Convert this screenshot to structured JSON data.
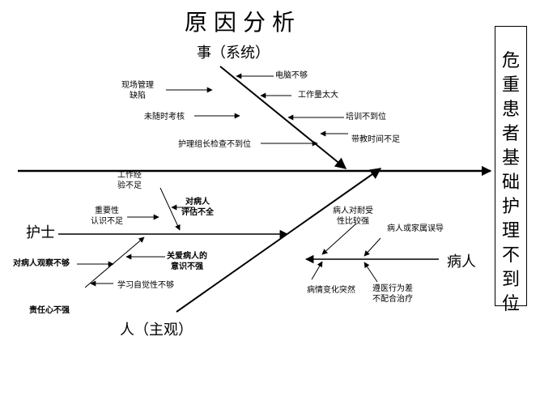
{
  "title": "原因分析",
  "effect": "危重患者基础护理不到位",
  "categories": {
    "system": "事（系统）",
    "nurse": "护士",
    "person": "人（主观）",
    "patient": "病人"
  },
  "causes": {
    "system": {
      "computer": "电脑不够",
      "workload": "工作量太大",
      "training": "培训不到位",
      "teaching_time": "带教时间不足",
      "site_management": "现场管理\n缺陷",
      "random_check": "未随时考核",
      "head_nurse_check": "护理组长检查不到位"
    },
    "nurse": {
      "work_experience": "工作经\n验不足",
      "awareness": "重要性\n认识不足",
      "patient_assessment": "对病人\n评估不全",
      "care_awareness": "关爱病人的\n意识不强",
      "observation": "对病人观察不够",
      "study": "学习自觉性不够",
      "responsibility": "责任心不强"
    },
    "patient": {
      "tolerance": "病人对耐受\n性比较强",
      "family_misleading": "病人或家属误导",
      "condition_change": "病情变化突然",
      "noncompliance": "遵医行为差\n不配合治疗"
    }
  }
}
